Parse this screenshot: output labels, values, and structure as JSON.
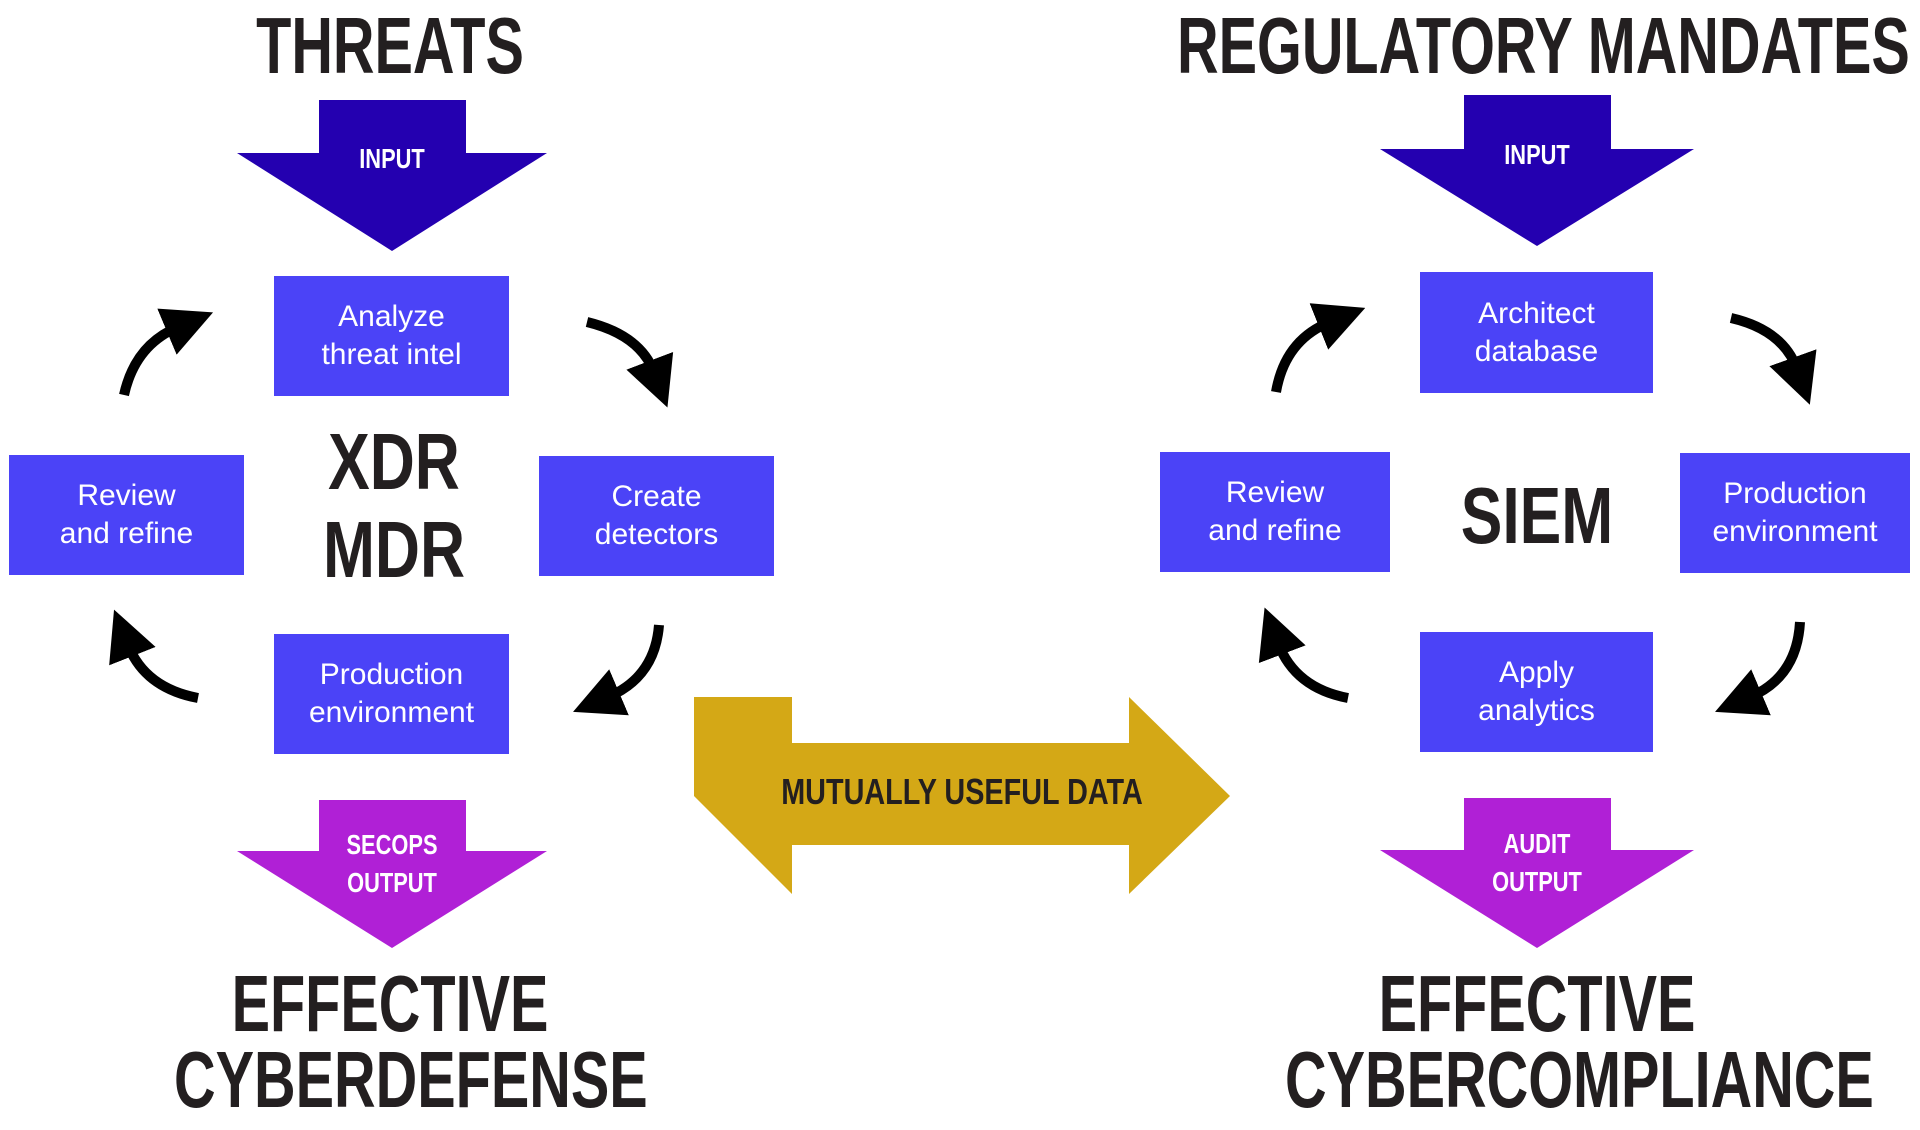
{
  "left": {
    "heading": "THREATS",
    "input_label": "INPUT",
    "center_label_line1": "XDR",
    "center_label_line2": "MDR",
    "steps": {
      "top": "Analyze\nthreat intel",
      "right": "Create\ndetectors",
      "bottom": "Production\nenvironment",
      "left": "Review\nand refine"
    },
    "output_label": "SECOPS\nOUTPUT",
    "outcome_line1": "EFFECTIVE",
    "outcome_line2": "CYBERDEFENSE"
  },
  "right": {
    "heading": "REGULATORY MANDATES",
    "input_label": "INPUT",
    "center_label": "SIEM",
    "steps": {
      "top": "Architect\ndatabase",
      "right": "Production\nenvironment",
      "bottom": "Apply\nanalytics",
      "left": "Review\nand refine"
    },
    "output_label": "AUDIT\nOUTPUT",
    "outcome_line1": "EFFECTIVE",
    "outcome_line2": "CYBERCOMPLIANCE"
  },
  "center": {
    "label": "MUTUALLY USEFUL DATA"
  },
  "colors": {
    "input_arrow": "#2400b0",
    "step_box": "#4b43f7",
    "output_arrow": "#b020d6",
    "shared_arrow": "#d4a816",
    "text_dark": "#231f20",
    "cycle_arrow": "#000000"
  }
}
